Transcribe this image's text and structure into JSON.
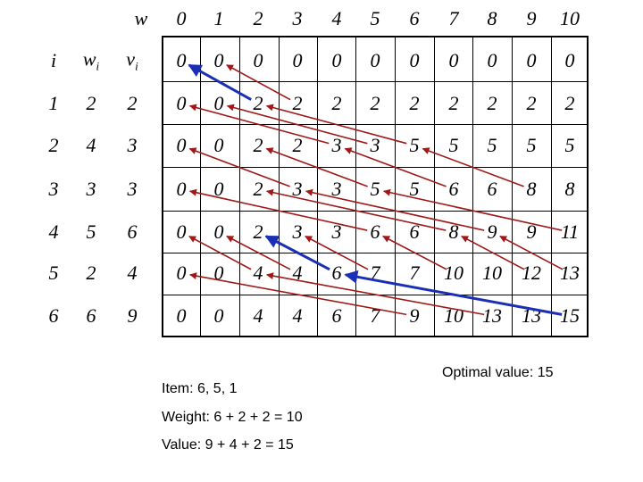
{
  "header": {
    "capacity_symbol": "w",
    "capacities": [
      "0",
      "1",
      "2",
      "3",
      "4",
      "5",
      "6",
      "7",
      "8",
      "9",
      "10"
    ]
  },
  "left_headers": {
    "item": "i",
    "weight": "w",
    "weight_sub": "i",
    "value": "v",
    "value_sub": "i"
  },
  "items": [
    {
      "i": "1",
      "w": "2",
      "v": "2"
    },
    {
      "i": "2",
      "w": "4",
      "v": "3"
    },
    {
      "i": "3",
      "w": "3",
      "v": "3"
    },
    {
      "i": "4",
      "w": "5",
      "v": "6"
    },
    {
      "i": "5",
      "w": "2",
      "v": "4"
    },
    {
      "i": "6",
      "w": "6",
      "v": "9"
    }
  ],
  "table": [
    [
      "0",
      "0",
      "0",
      "0",
      "0",
      "0",
      "0",
      "0",
      "0",
      "0",
      "0"
    ],
    [
      "0",
      "0",
      "2",
      "2",
      "2",
      "2",
      "2",
      "2",
      "2",
      "2",
      "2"
    ],
    [
      "0",
      "0",
      "2",
      "2",
      "3",
      "3",
      "5",
      "5",
      "5",
      "5",
      "5"
    ],
    [
      "0",
      "0",
      "2",
      "3",
      "3",
      "5",
      "5",
      "6",
      "6",
      "8",
      "8"
    ],
    [
      "0",
      "0",
      "2",
      "3",
      "3",
      "6",
      "6",
      "8",
      "9",
      "9",
      "11"
    ],
    [
      "0",
      "0",
      "4",
      "4",
      "6",
      "7",
      "7",
      "10",
      "10",
      "12",
      "13"
    ],
    [
      "0",
      "0",
      "4",
      "4",
      "6",
      "7",
      "9",
      "10",
      "13",
      "13",
      "15"
    ]
  ],
  "captions": {
    "optimal": "Optimal value: 15",
    "items": "Item: 6, 5, 1",
    "weight": "Weight: 6 + 2 + 2 = 10",
    "value": "Value: 9 + 4 + 2 = 15"
  },
  "arrow_colors": {
    "dependency": "#a01818",
    "traceback": "#1a2fb5"
  }
}
